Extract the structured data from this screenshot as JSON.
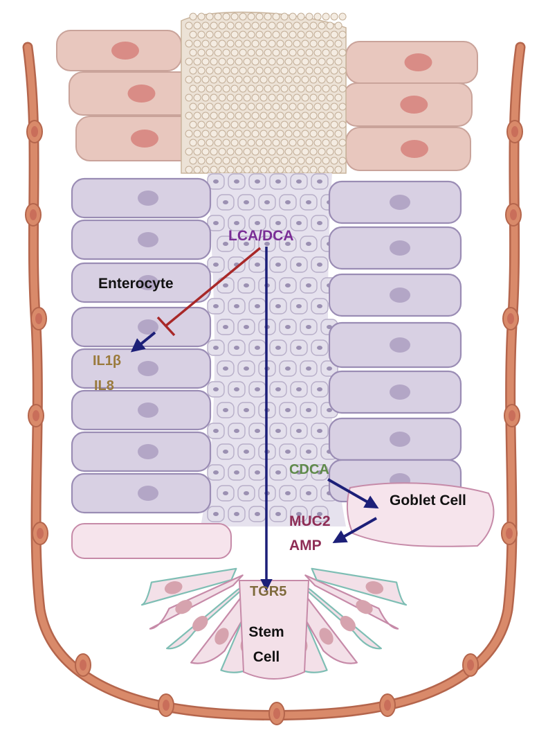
{
  "labels": {
    "lca_dca": "LCA/DCA",
    "enterocyte": "Enterocyte",
    "il1b": "IL1β",
    "il8": "IL8",
    "cdca": "CDCA",
    "goblet_cell": "Goblet Cell",
    "muc2": "MUC2",
    "amp": "AMP",
    "tgr5": "TGR5",
    "stem_line1": "Stem",
    "stem_line2": "Cell"
  },
  "colors": {
    "lca_dca": "#7a2e96",
    "enterocyte": "#111111",
    "cytokine": "#9a7a3c",
    "cdca": "#5f8a4a",
    "muc_amp": "#8e2d55",
    "tgr5": "#7e6a3c",
    "activation_arrow": "#1c1f78",
    "inhibition": "#a82828",
    "muscle": "#d98a6a",
    "muscle_nucleus": "#c96e5a",
    "top_cell": "#e8c7be",
    "top_nucleus": "#d98c86",
    "villus_cell": "#d8d0e3",
    "villus_nucleus": "#b3a6c6",
    "lumen_cell": "#e4e0ec",
    "goblet_cell": "#f6e4ec",
    "stem_cell": "#f3e0e8",
    "teal_outline": "#7ebeb4"
  }
}
